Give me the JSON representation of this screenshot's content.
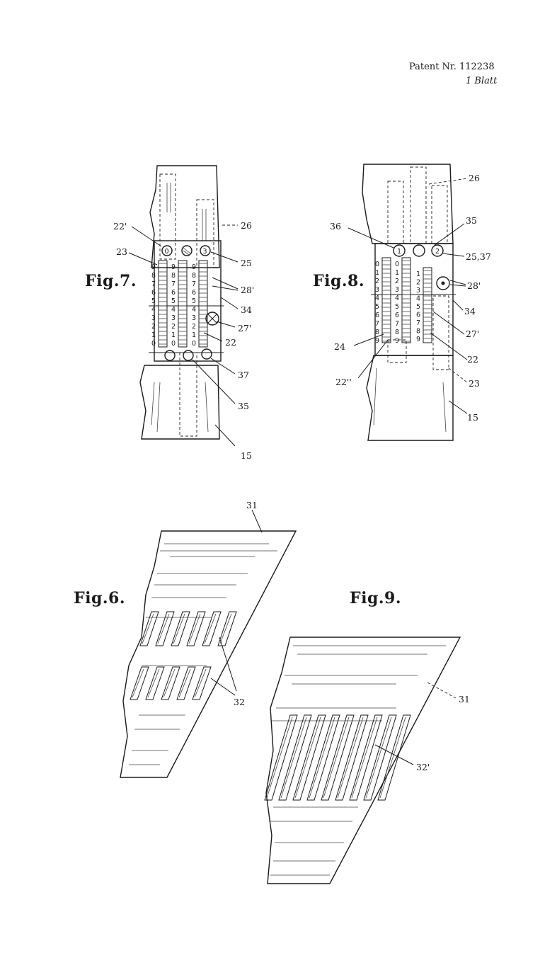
{
  "header": {
    "patent_line": "Patent Nr. 112238",
    "sheet_line": "1 Blatt"
  },
  "figures": {
    "fig7": {
      "label": "Fig.7.",
      "refs": [
        "22'",
        "23",
        "26",
        "25",
        "28'",
        "34",
        "27'",
        "22",
        "37",
        "35",
        "15"
      ],
      "circles": [
        "0",
        "3"
      ],
      "scale_left": [
        "9",
        "8",
        "7",
        "6",
        "5",
        "4",
        "3",
        "2",
        "1",
        "0"
      ],
      "scale_mid": [
        "9",
        "8",
        "7",
        "6",
        "5",
        "4",
        "3",
        "2",
        "1",
        "0"
      ],
      "scale_right": [
        "9",
        "8",
        "7",
        "6",
        "5",
        "4",
        "3",
        "2",
        "1",
        "0"
      ]
    },
    "fig8": {
      "label": "Fig.8.",
      "refs": [
        "36",
        "26",
        "35",
        "25,37",
        "28'",
        "34",
        "27'",
        "24",
        "22",
        "22''",
        "23",
        "15"
      ],
      "circles": [
        "1",
        "2"
      ],
      "scale_left": [
        "0",
        "1",
        "2",
        "3",
        "4",
        "5",
        "6",
        "7",
        "8",
        "9"
      ],
      "scale_mid": [
        "0",
        "1",
        "2",
        "3",
        "4",
        "5",
        "6",
        "7",
        "8",
        "9"
      ],
      "scale_right": [
        "1",
        "2",
        "3",
        "4",
        "5",
        "6",
        "7",
        "8",
        "9"
      ]
    },
    "fig6": {
      "label": "Fig.6.",
      "refs": [
        "31",
        "32"
      ]
    },
    "fig9": {
      "label": "Fig.9.",
      "refs": [
        "31",
        "32'"
      ]
    }
  }
}
